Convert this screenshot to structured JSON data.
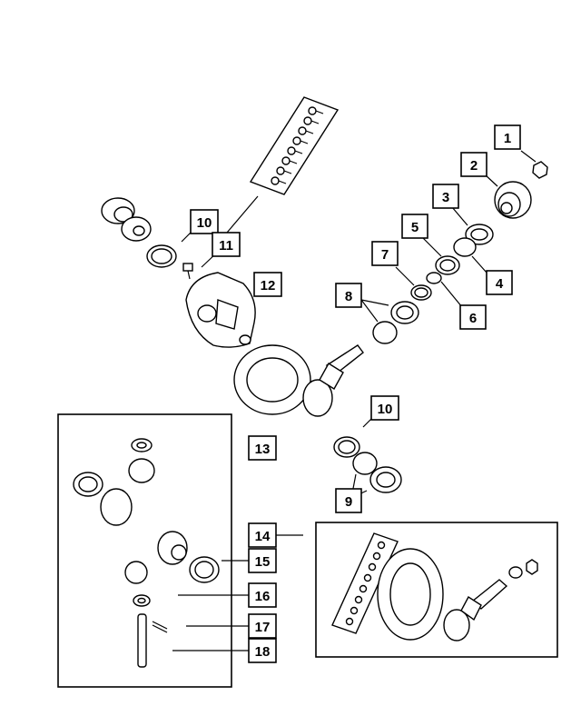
{
  "callouts": {
    "c1": "1",
    "c2": "2",
    "c3": "3",
    "c4": "4",
    "c5": "5",
    "c6": "6",
    "c7": "7",
    "c8": "8",
    "c9": "9",
    "c10a": "10",
    "c10b": "10",
    "c11": "11",
    "c12": "12",
    "c13": "13",
    "c14": "14",
    "c15": "15",
    "c16": "16",
    "c17": "17",
    "c18": "18"
  },
  "colors": {
    "line": "#000000",
    "background": "#ffffff"
  }
}
